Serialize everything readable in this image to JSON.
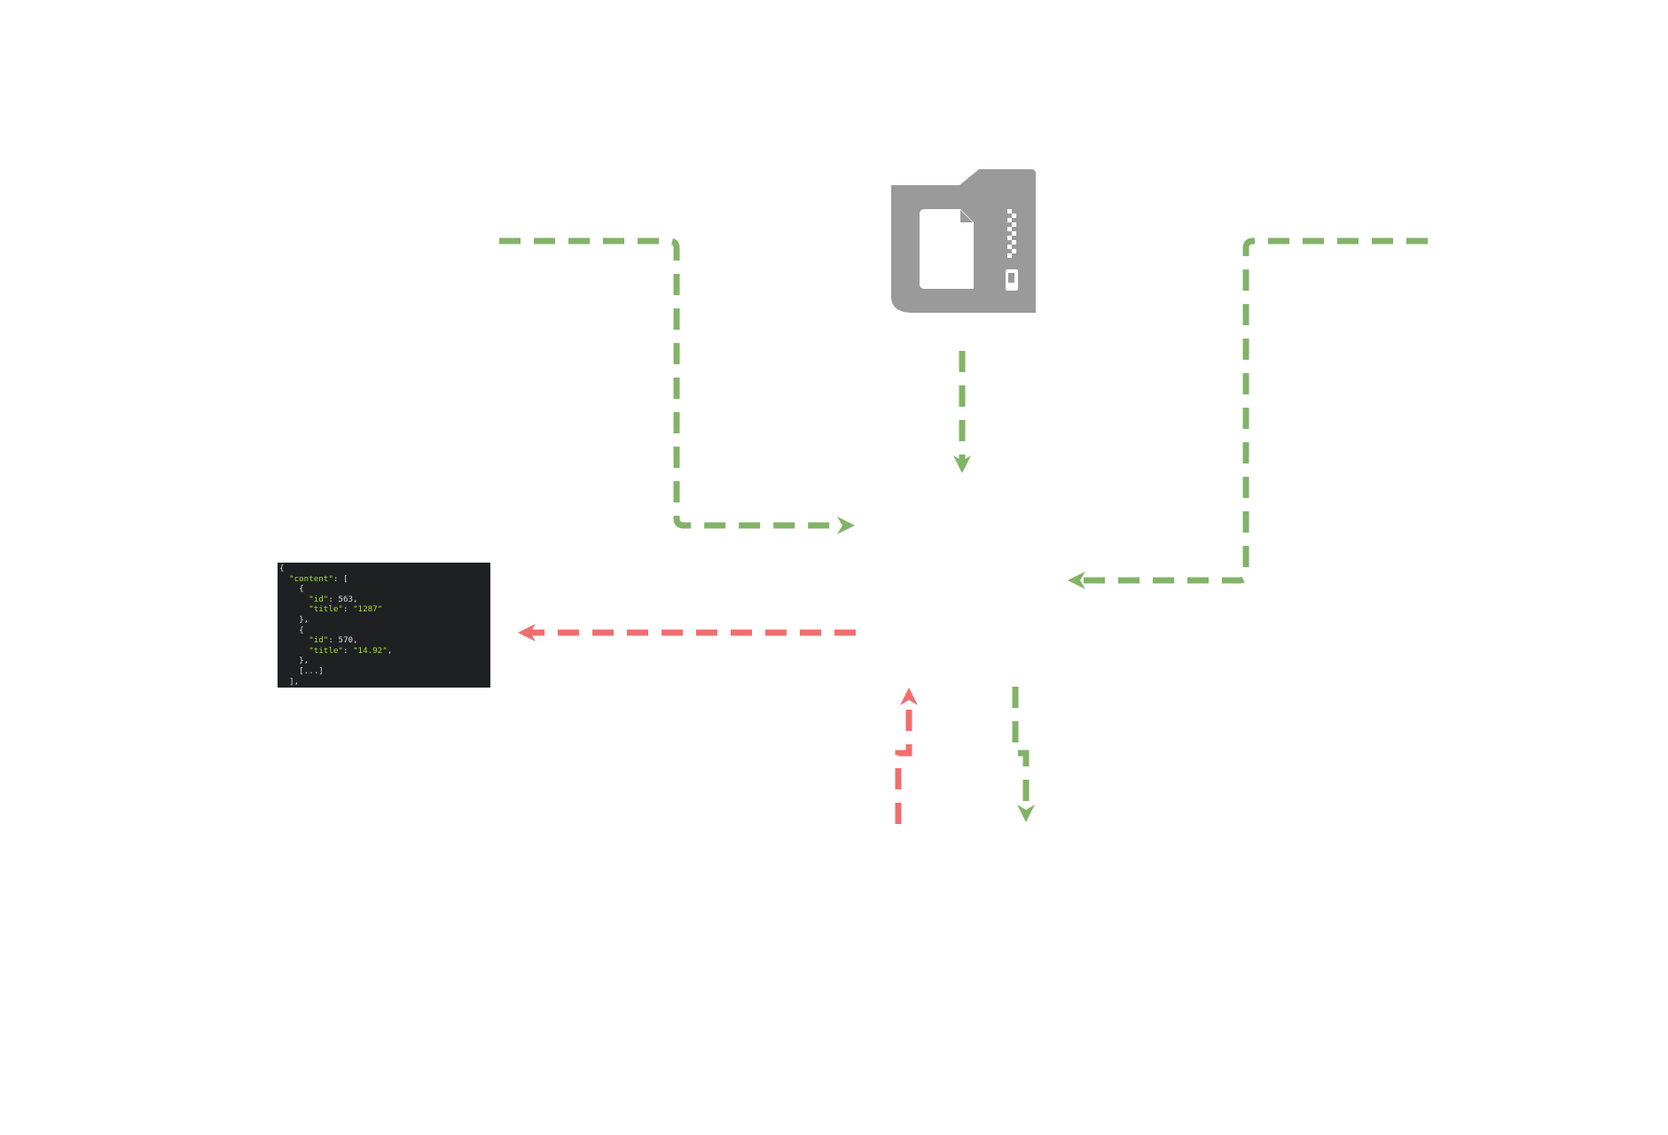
{
  "diagram": {
    "edge_colors": {
      "ok": "#82b366",
      "error": "#f26d6d"
    },
    "icon_color": "#9a9a9a",
    "nodes": [
      {
        "id": "archive",
        "icon": "zip-archive-icon"
      },
      {
        "id": "json-response",
        "icon": "code-snippet"
      }
    ]
  },
  "code_box": {
    "lines": [
      {
        "indent": "",
        "parts": [
          {
            "t": "{",
            "c": "punc"
          }
        ]
      },
      {
        "indent": "  ",
        "parts": [
          {
            "t": "\"content\"",
            "c": "key"
          },
          {
            "t": ": [",
            "c": "punc"
          }
        ]
      },
      {
        "indent": "    ",
        "parts": [
          {
            "t": "{",
            "c": "punc"
          }
        ]
      },
      {
        "indent": "      ",
        "parts": [
          {
            "t": "\"id\"",
            "c": "key"
          },
          {
            "t": ": ",
            "c": "punc"
          },
          {
            "t": "563",
            "c": "num"
          },
          {
            "t": ",",
            "c": "punc"
          }
        ]
      },
      {
        "indent": "      ",
        "parts": [
          {
            "t": "\"title\"",
            "c": "key"
          },
          {
            "t": ": ",
            "c": "punc"
          },
          {
            "t": "\"1287\"",
            "c": "str"
          }
        ]
      },
      {
        "indent": "    ",
        "parts": [
          {
            "t": "},",
            "c": "punc"
          }
        ]
      },
      {
        "indent": "    ",
        "parts": [
          {
            "t": "{",
            "c": "punc"
          }
        ]
      },
      {
        "indent": "      ",
        "parts": [
          {
            "t": "\"id\"",
            "c": "key"
          },
          {
            "t": ": ",
            "c": "punc"
          },
          {
            "t": "570",
            "c": "num"
          },
          {
            "t": ",",
            "c": "punc"
          }
        ]
      },
      {
        "indent": "      ",
        "parts": [
          {
            "t": "\"title\"",
            "c": "key"
          },
          {
            "t": ": ",
            "c": "punc"
          },
          {
            "t": "\"14.92\"",
            "c": "str"
          },
          {
            "t": ",",
            "c": "punc"
          }
        ]
      },
      {
        "indent": "    ",
        "parts": [
          {
            "t": "},",
            "c": "punc"
          }
        ]
      },
      {
        "indent": "    ",
        "parts": [
          {
            "t": "[...]",
            "c": "punc"
          }
        ]
      },
      {
        "indent": "  ",
        "parts": [
          {
            "t": "],",
            "c": "punc"
          }
        ]
      }
    ]
  }
}
